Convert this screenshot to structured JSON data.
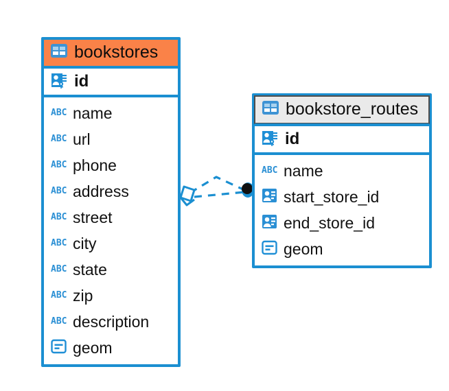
{
  "canvas": {
    "background": "#ffffff",
    "accent_blue": "#1b8fd1",
    "accent_orange": "#fa8248",
    "header_gray": "#eaeaea",
    "header_gray_border": "#4d4d4d"
  },
  "tables": [
    {
      "name": "bookstores",
      "header_icon": "table-icon",
      "header_style": "selected-orange",
      "primary_keys": [
        {
          "label": "id",
          "icon": "primary-key-icon"
        }
      ],
      "fields": [
        {
          "label": "name",
          "icon": "text-type-icon"
        },
        {
          "label": "url",
          "icon": "text-type-icon"
        },
        {
          "label": "phone",
          "icon": "text-type-icon"
        },
        {
          "label": "address",
          "icon": "text-type-icon"
        },
        {
          "label": "street",
          "icon": "text-type-icon"
        },
        {
          "label": "city",
          "icon": "text-type-icon"
        },
        {
          "label": "state",
          "icon": "text-type-icon"
        },
        {
          "label": "zip",
          "icon": "text-type-icon"
        },
        {
          "label": "description",
          "icon": "text-type-icon"
        },
        {
          "label": "geom",
          "icon": "geometry-type-icon"
        }
      ]
    },
    {
      "name": "bookstore_routes",
      "header_icon": "table-icon",
      "header_style": "gray",
      "primary_keys": [
        {
          "label": "id",
          "icon": "primary-key-icon"
        }
      ],
      "fields": [
        {
          "label": "name",
          "icon": "text-type-icon"
        },
        {
          "label": "start_store_id",
          "icon": "foreign-key-icon"
        },
        {
          "label": "end_store_id",
          "icon": "foreign-key-icon"
        },
        {
          "label": "geom",
          "icon": "geometry-type-icon"
        }
      ]
    }
  ],
  "relationship": {
    "source_marker": "diamond-marker",
    "target_marker": "filled-circle-marker",
    "line_style": "dashed",
    "color": "#1b8fd1"
  }
}
